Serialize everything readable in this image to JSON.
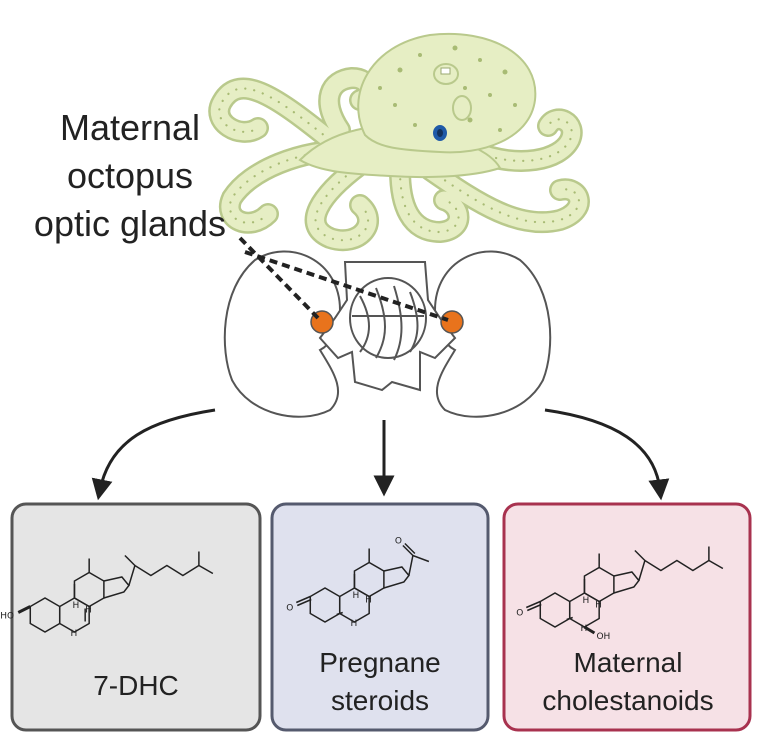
{
  "title_lines": [
    "Maternal",
    "octopus",
    "optic glands"
  ],
  "boxes": [
    {
      "lines": [
        "7-DHC"
      ],
      "bg": "#e5e5e5",
      "border": "#555555"
    },
    {
      "lines": [
        "Pregnane",
        "steroids"
      ],
      "bg": "#dfe1ee",
      "border": "#555a6e"
    },
    {
      "lines": [
        "Maternal",
        "cholestanoids"
      ],
      "bg": "#f6e1e6",
      "border": "#a8324f"
    }
  ],
  "atoms": {
    "ho": "HO",
    "o": "O",
    "oh": "OH",
    "h": "H"
  },
  "colors": {
    "octopus_fill": "#e6eec4",
    "octopus_stroke": "#b9c98c",
    "octopus_spots": "#a8bb74",
    "gland": "#e8731c",
    "eye": "#1f5aa8"
  }
}
